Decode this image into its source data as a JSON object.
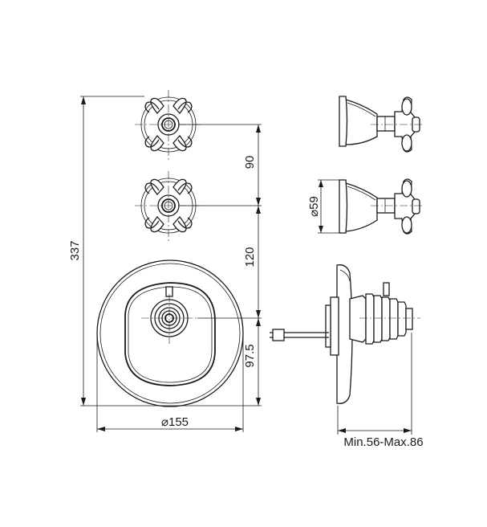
{
  "dimensions": {
    "overall_height": "337",
    "valve_spacing": "90",
    "lower_spacing": "120",
    "plate_center": "97.5",
    "plate_diameter": "155",
    "flange_diameter": "59",
    "wall_depth": "Min.56-Max.86"
  },
  "symbols": {
    "diameter": "⌀"
  }
}
